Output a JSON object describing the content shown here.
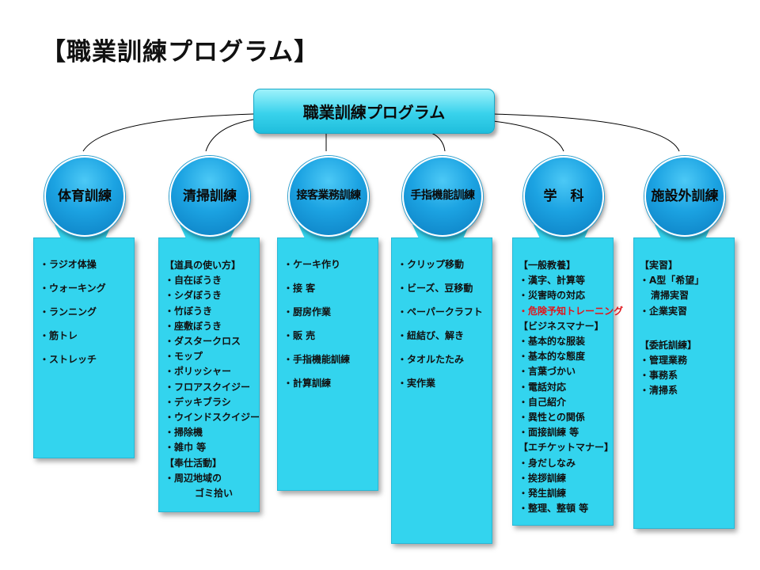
{
  "title": "【職業訓練プログラム】",
  "root": {
    "label": "職業訓練プログラム"
  },
  "columns": [
    {
      "label": "体育訓練",
      "items": [
        "・ラジオ体操",
        "・ウォーキング",
        "・ランニング",
        "・筋トレ",
        "・ストレッチ"
      ]
    },
    {
      "label": "清掃訓練",
      "items": [
        "【道具の使い方】",
        "・自在ぼうき",
        "・シダぼうき",
        "・竹ぼうき",
        "・座敷ぼうき",
        "・ダスタークロス",
        "・モップ",
        "・ポリッシャー",
        "・フロアスクイジー",
        "・デッキブラシ",
        "・ウインドスクイジー",
        "・掃除機",
        "・雑巾 等",
        "【奉仕活動】",
        "・周辺地域の",
        "ゴミ拾い"
      ]
    },
    {
      "label": "接客業務訓練",
      "items": [
        "・ケーキ作り",
        "・接 客",
        "・厨房作業",
        "・販 売",
        "・手指機能訓練",
        "・計算訓練"
      ]
    },
    {
      "label": "手指機能訓練",
      "items": [
        "・クリップ移動",
        "・ビーズ、豆移動",
        "・ペーパークラフト",
        "・紐結び、解き",
        "・タオルたたみ",
        "・実作業"
      ]
    },
    {
      "label": "学　科",
      "items": [
        "【一般教養】",
        "・漢字、計算等",
        "・災害時の対応",
        "・危険予知トレーニング",
        "【ビジネスマナー】",
        "・基本的な服装",
        "・基本的な態度",
        "・言葉づかい",
        "・電話対応",
        "・自己紹介",
        "・異性との関係",
        "・面接訓練 等",
        "【エチケットマナー】",
        "・身だしなみ",
        "・挨拶訓練",
        "・発生訓練",
        "・整理、整頓 等"
      ],
      "highlight_color": "#e0161c"
    },
    {
      "label": "施設外訓練",
      "items": [
        "【実習】",
        "・A型「希望」",
        "清掃実習",
        "・企業実習",
        "【委託訓練】",
        "・管理業務",
        "・事務系",
        "・清掃系"
      ]
    }
  ],
  "colors": {
    "panel": "#33d4ee",
    "circle": "#1ca3e2",
    "root": "#39d2ec",
    "connector": "#000000"
  }
}
